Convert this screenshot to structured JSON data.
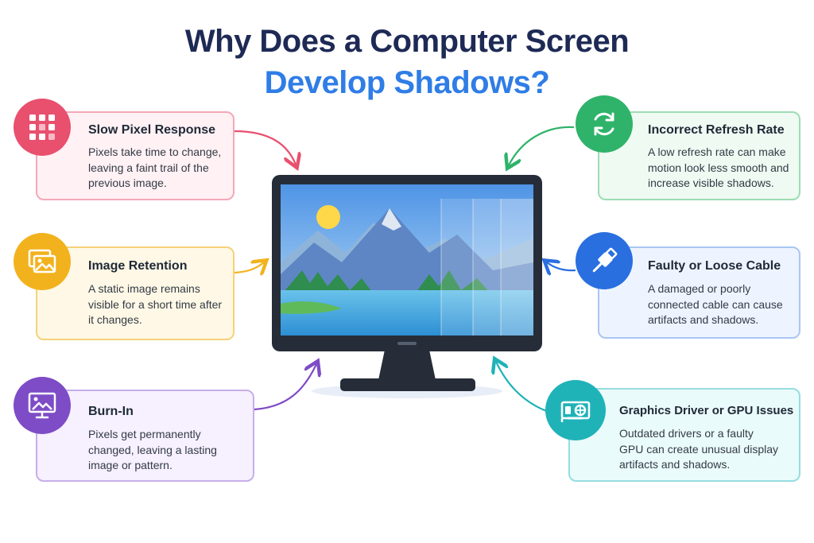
{
  "title": {
    "line1": "Why Does a Computer Screen",
    "line2": "Develop Shadows?"
  },
  "colors": {
    "title_dark": "#1e2a55",
    "title_blue": "#2f7de6",
    "pink": "#e8506e",
    "yellow": "#f2b21e",
    "purple": "#7e4cc6",
    "green": "#2fb36a",
    "blue": "#2a6fe0",
    "teal": "#1fb3b8"
  },
  "causes": [
    {
      "icon": "pixel-grid-icon",
      "title": "Slow Pixel Response",
      "description": "Pixels take time to change, leaving a faint trail of the previous image."
    },
    {
      "icon": "image-stack-icon",
      "title": "Image Retention",
      "description": "A static image remains visible for a short time after it changes."
    },
    {
      "icon": "monitor-image-icon",
      "title": "Burn-In",
      "description": "Pixels get permanently changed, leaving a lasting image or pattern."
    },
    {
      "icon": "refresh-icon",
      "title": "Incorrect Refresh Rate",
      "description": "A low refresh rate can make motion look less smooth and increase visible shadows."
    },
    {
      "icon": "usb-cable-icon",
      "title": "Faulty or Loose Cable",
      "description": "A damaged or poorly connected cable can cause artifacts and shadows."
    },
    {
      "icon": "gpu-card-icon",
      "title": "Graphics Driver or GPU Issues",
      "description": "Outdated drivers or a faulty GPU can create unusual display artifacts and shadows."
    }
  ]
}
